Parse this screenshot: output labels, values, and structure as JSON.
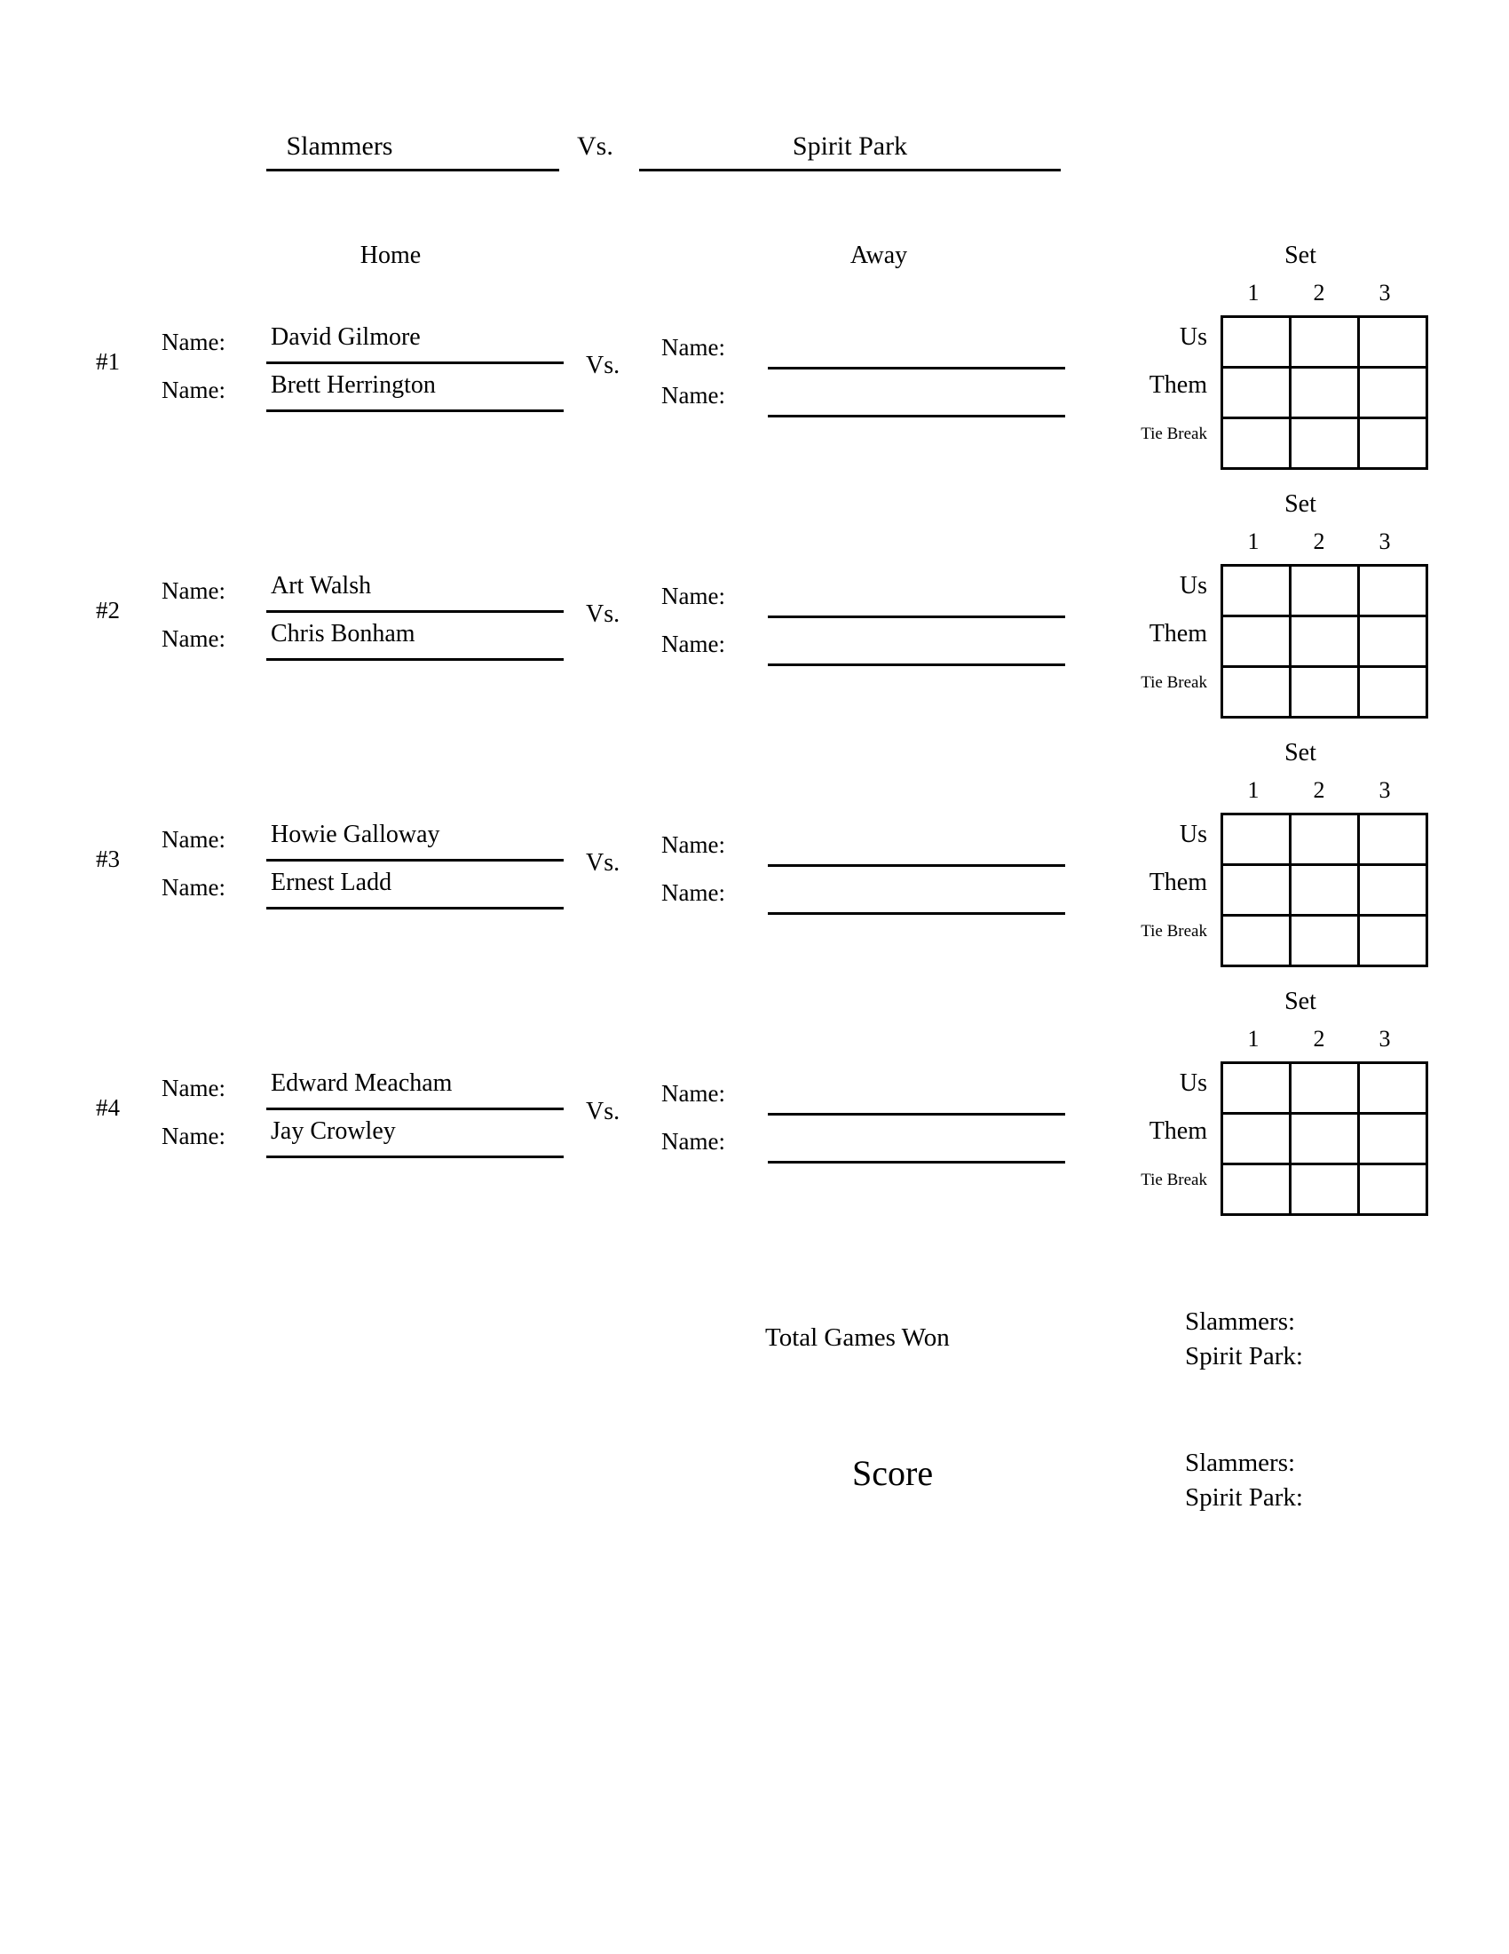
{
  "header": {
    "home_team": "Slammers",
    "versus": "Vs.",
    "away_team": "Spirit Park",
    "home_caption": "Home",
    "away_caption": "Away"
  },
  "set_table": {
    "caption": "Set",
    "columns": [
      "1",
      "2",
      "3"
    ],
    "rows": [
      "Us",
      "Them",
      "Tie Break"
    ]
  },
  "labels": {
    "name": "Name:",
    "versus": "Vs."
  },
  "matches": [
    {
      "number": "#1",
      "home_player_1": "David Gilmore",
      "home_player_2": "Brett Herrington",
      "away_player_1": "",
      "away_player_2": ""
    },
    {
      "number": "#2",
      "home_player_1": "Art Walsh",
      "home_player_2": "Chris Bonham",
      "away_player_1": "",
      "away_player_2": ""
    },
    {
      "number": "#3",
      "home_player_1": "Howie Galloway",
      "home_player_2": "Ernest Ladd",
      "away_player_1": "",
      "away_player_2": ""
    },
    {
      "number": "#4",
      "home_player_1": "Edward Meacham",
      "home_player_2": "Jay Crowley",
      "away_player_1": "",
      "away_player_2": ""
    }
  ],
  "footer": {
    "total_games_won_label": "Total Games Won",
    "total_home_team": "Slammers:",
    "total_away_team": "Spirit Park:",
    "score_label": "Score",
    "score_home_team": "Slammers:",
    "score_away_team": "Spirit Park:"
  }
}
